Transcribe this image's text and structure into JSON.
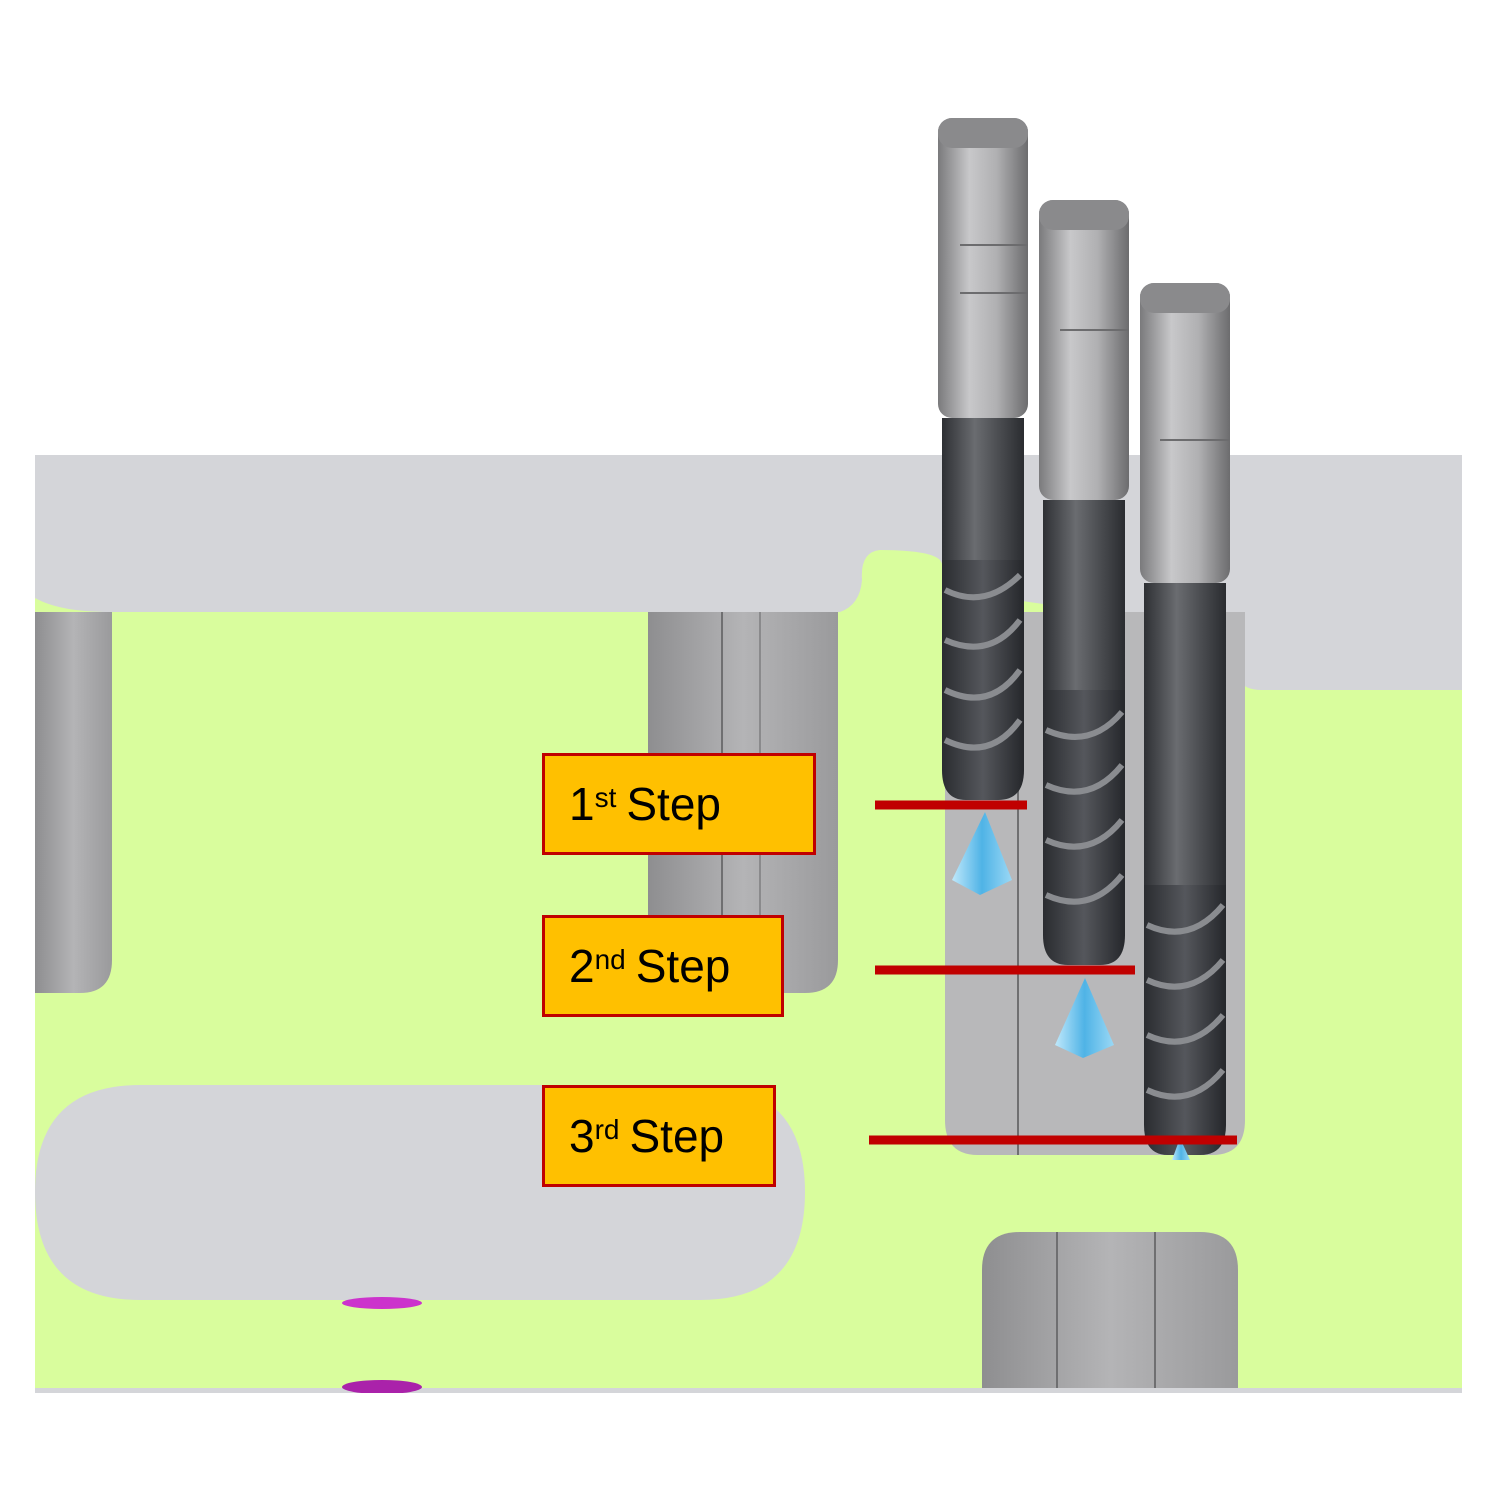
{
  "colors": {
    "background": "#ffffff",
    "workpiece": "#d9fd9d",
    "fixture": "#d4d5d9",
    "pocket": "#a9a9ab",
    "step_line": "#c00000",
    "label_fill": "#ffc000",
    "label_border": "#c00000",
    "coolant": "#6cc6ee",
    "tool_shank": "#b5b5b7",
    "tool_flute": "#3d3f45",
    "clamp_mark": "#cc33cc"
  },
  "steps": [
    {
      "num": "1",
      "suffix": "st",
      "word": "Step"
    },
    {
      "num": "2",
      "suffix": "nd",
      "word": "Step"
    },
    {
      "num": "3",
      "suffix": "rd",
      "word": "Step"
    }
  ],
  "icons": [
    "end-mill-icon",
    "coolant-cone-icon"
  ]
}
